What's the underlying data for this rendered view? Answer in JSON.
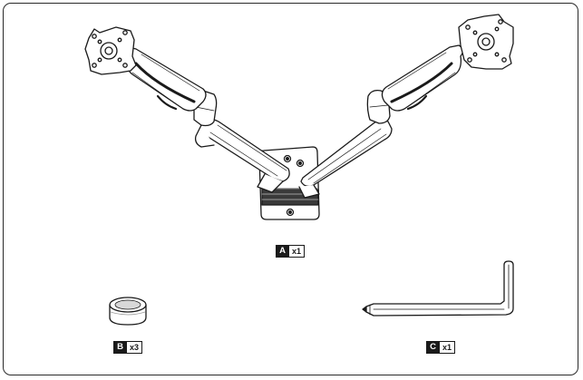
{
  "parts": [
    {
      "letter": "A",
      "qty": "x1",
      "item": "dual-monitor-arm-mount"
    },
    {
      "letter": "B",
      "qty": "x3",
      "item": "round-pad"
    },
    {
      "letter": "C",
      "qty": "x1",
      "item": "hex-allen-key"
    }
  ],
  "colors": {
    "line": "#1a1a1a",
    "fill": "#ffffff",
    "shade": "#9a9a9a"
  }
}
